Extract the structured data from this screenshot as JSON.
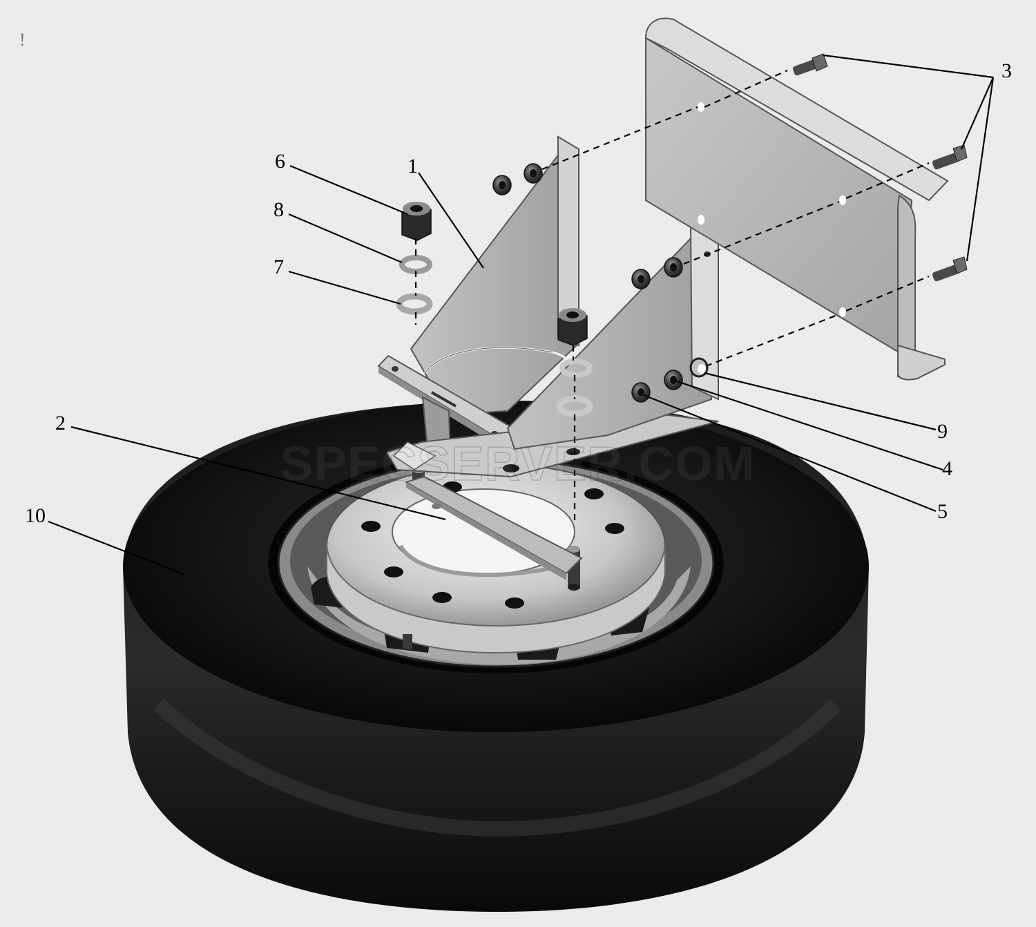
{
  "diagram": {
    "watermark": "SPECSERVER.COM",
    "corner_mark": "!",
    "callouts": [
      {
        "id": "1",
        "label": "1"
      },
      {
        "id": "2",
        "label": "2"
      },
      {
        "id": "3",
        "label": "3"
      },
      {
        "id": "4",
        "label": "4"
      },
      {
        "id": "5",
        "label": "5"
      },
      {
        "id": "6",
        "label": "6"
      },
      {
        "id": "7",
        "label": "7"
      },
      {
        "id": "8",
        "label": "8"
      },
      {
        "id": "9",
        "label": "9"
      },
      {
        "id": "10",
        "label": "10"
      }
    ]
  },
  "colors": {
    "background": "#ebebeb",
    "tire": "#0e0e0e",
    "rim": "#bdbdbd",
    "bracket": "#b0b0b0",
    "lines": "#000000"
  }
}
